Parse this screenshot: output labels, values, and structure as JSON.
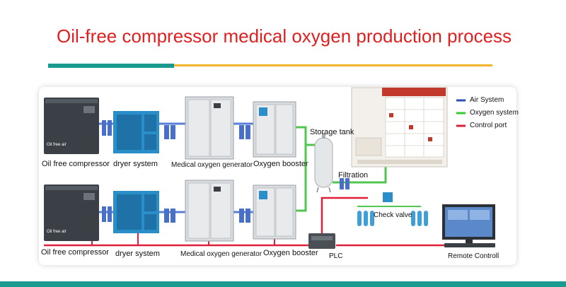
{
  "title": "Oil-free compressor medical oxygen production process",
  "labels": {
    "oil_free_compressor_top": "Oil free compressor",
    "dryer_top": "dryer system",
    "generator_top": "Medical oxygen generator",
    "booster_top": "Oxygen booster",
    "storage_tank": "Storage tank",
    "filtration": "Filtration",
    "check_valve": "Check valve",
    "oil_free_compressor_bottom": "Oil free compressor",
    "dryer_bottom": "dryer system",
    "generator_bottom": "Medical oxygen generator",
    "booster_bottom": "Oxygen booster",
    "plc": "PLC",
    "remote": "Remote Controll"
  },
  "legend": [
    {
      "label": "Air System",
      "color": "#2b4fb3"
    },
    {
      "label": "Oxygen system",
      "color": "#33cc33"
    },
    {
      "label": "Control port",
      "color": "#e0203a"
    }
  ],
  "compressor_badge": "Oil free air",
  "colors": {
    "air": "#5a7fd6",
    "oxygen": "#4fc64f",
    "control": "#e0203a",
    "dryer_blue": "#2a8fc9",
    "cabinet_grey": "#d9dcde"
  }
}
